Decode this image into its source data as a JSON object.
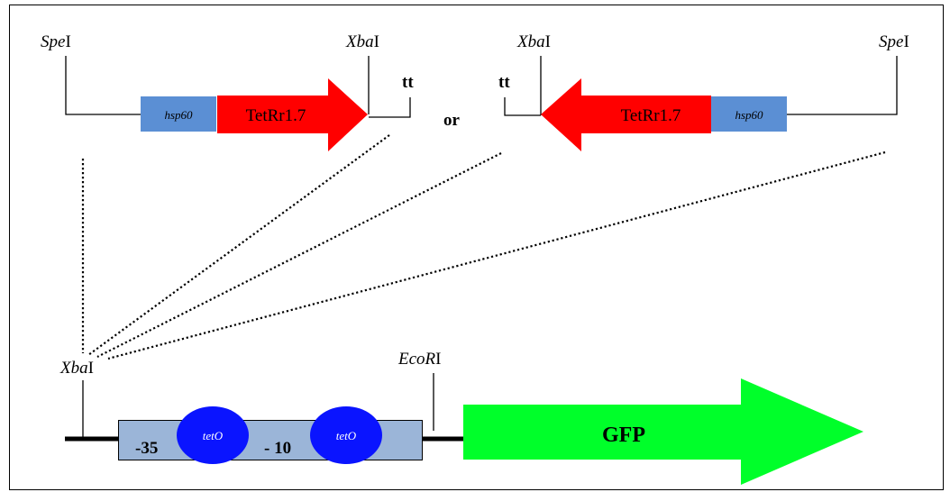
{
  "top_left_construct": {
    "restriction_site_left": {
      "italic": "Spe",
      "suffix": "I"
    },
    "restriction_site_right": {
      "italic": "Xba",
      "suffix": "I"
    },
    "promoter_label": "hsp60",
    "gene_label": "TetRr1.7",
    "terminator_label": "tt"
  },
  "connector_label": "or",
  "top_right_construct": {
    "restriction_site_left": {
      "italic": "Xba",
      "suffix": "I"
    },
    "restriction_site_right": {
      "italic": "Spe",
      "suffix": "I"
    },
    "promoter_label": "hsp60",
    "gene_label": "TetRr1.7",
    "terminator_label": "tt"
  },
  "bottom_construct": {
    "insertion_site": {
      "italic": "Xba",
      "suffix": "I"
    },
    "restriction_site": {
      "italic": "EcoR",
      "suffix": "I"
    },
    "minus35_label": "-35",
    "minus10_label": "- 10",
    "operator_label_1": "tetO",
    "operator_label_2": "tetO",
    "reporter_label": "GFP"
  },
  "colors": {
    "promoter": "#5b8fd4",
    "gene_arrow": "#ff0000",
    "promoter_box": "#9bb5d8",
    "operator": "#0a14ff",
    "reporter_arrow": "#00ff2a",
    "line": "#000000"
  }
}
